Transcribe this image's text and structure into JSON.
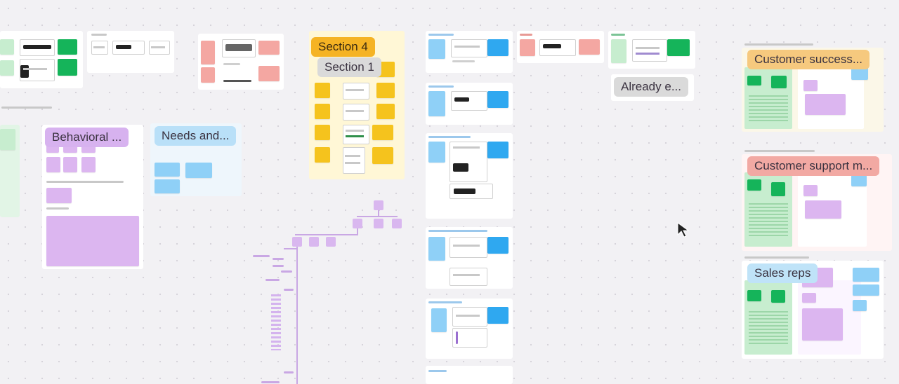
{
  "labels": {
    "section_4": "Section 4",
    "section_1": "Section 1",
    "behavioral": "Behavioral ...",
    "needs": "Needs and...",
    "already": "Already e...",
    "customer_success": "Customer success...",
    "customer_support": "Customer support m...",
    "sales_reps": "Sales reps"
  },
  "colors": {
    "canvas": "#f2f1f4",
    "yellow_sticky": "#f5c31d",
    "green_sticky": "#15b45a",
    "blue_sticky": "#2fa8f0",
    "purple_sticky": "#dcb6f0",
    "red_sticky": "#f4a7a2"
  },
  "icons": {
    "cursor": "mouse-pointer-icon"
  }
}
